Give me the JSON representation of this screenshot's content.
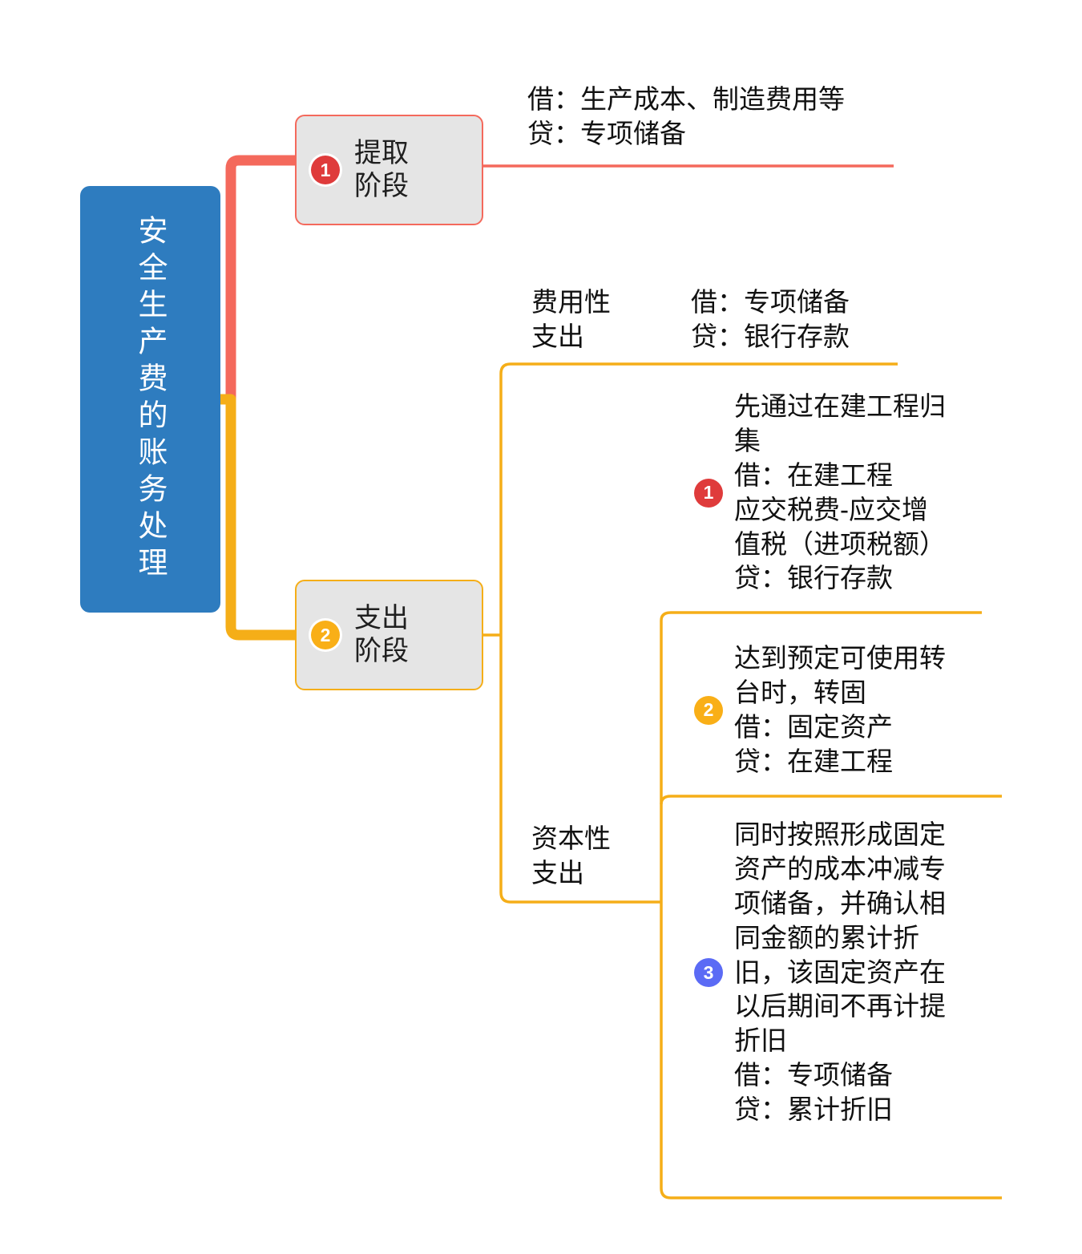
{
  "diagram": {
    "type": "mindmap",
    "root": {
      "label": "安全生产费的账务处理",
      "color": "#2E7CBF",
      "text_color": "#FFFFFF"
    },
    "branches": [
      {
        "id": "extract",
        "badge": "1",
        "badge_color": "#DF3B3B",
        "label": "提取\n阶段",
        "border_color": "#F4695C",
        "fill_color": "#E5E5E5",
        "children": [
          {
            "id": "extract-entry",
            "label": "",
            "text": "借：生产成本、制造费用等\n贷：专项储备",
            "line_color": "#F4695C"
          }
        ]
      },
      {
        "id": "spend",
        "badge": "2",
        "badge_color": "#F9AF17",
        "label": "支出\n阶段",
        "border_color": "#F5AE18",
        "fill_color": "#E5E5E5",
        "children": [
          {
            "id": "expense-type",
            "label": "费用性\n支出",
            "text": "借：专项储备\n贷：银行存款",
            "line_color": "#F5AE18"
          },
          {
            "id": "capital-type",
            "label": "资本性\n支出",
            "line_color": "#F5AE18",
            "items": [
              {
                "badge": "1",
                "badge_color": "#DF3B3B",
                "text": "先通过在建工程归\n集\n借：在建工程\n应交税费-应交增\n值税（进项税额）\n贷：银行存款"
              },
              {
                "badge": "2",
                "badge_color": "#F9AF17",
                "text": "达到预定可使用转\n台时，转固\n借：固定资产\n贷：在建工程"
              },
              {
                "badge": "3",
                "badge_color": "#5B6BF5",
                "text": "同时按照形成固定\n资产的成本冲减专\n项储备，并确认相\n同金额的累计折\n旧，该固定资产在\n以后期间不再计提\n折旧\n借：专项储备\n贷：累计折旧"
              }
            ]
          }
        ]
      }
    ]
  },
  "colors": {
    "root_blue": "#2E7CBF",
    "red": "#F4695C",
    "red_badge": "#DF3B3B",
    "amber": "#F5AE18",
    "amber_badge": "#F9AF17",
    "blue_badge": "#5B6BF5",
    "node_fill": "#E5E5E5",
    "background": "#FFFFFF"
  }
}
